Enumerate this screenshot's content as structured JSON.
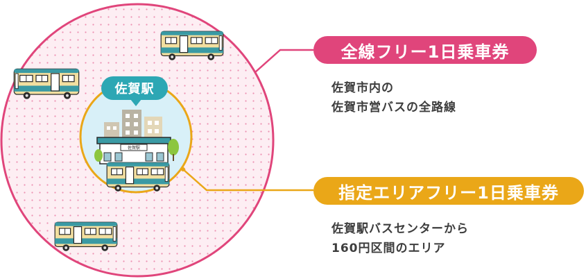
{
  "station": {
    "label": "佐賀駅",
    "sign": "佐賀駅"
  },
  "passes": [
    {
      "title": "全線フリー1日乗車券",
      "lines": [
        "佐賀市内の",
        "佐賀市営バスの全路線"
      ],
      "color": "#e0457b"
    },
    {
      "title": "指定エリアフリー1日乗車券",
      "lines": [
        "佐賀駅バスセンターから",
        "160円区間のエリア"
      ],
      "color": "#eaa718"
    }
  ],
  "colors": {
    "outer_circle": "#e0457b",
    "inner_circle": "#eaa718",
    "station_label": "#2da7b4",
    "bus_body": "#f3dfa0",
    "bus_stripe": "#3a9aa4"
  }
}
